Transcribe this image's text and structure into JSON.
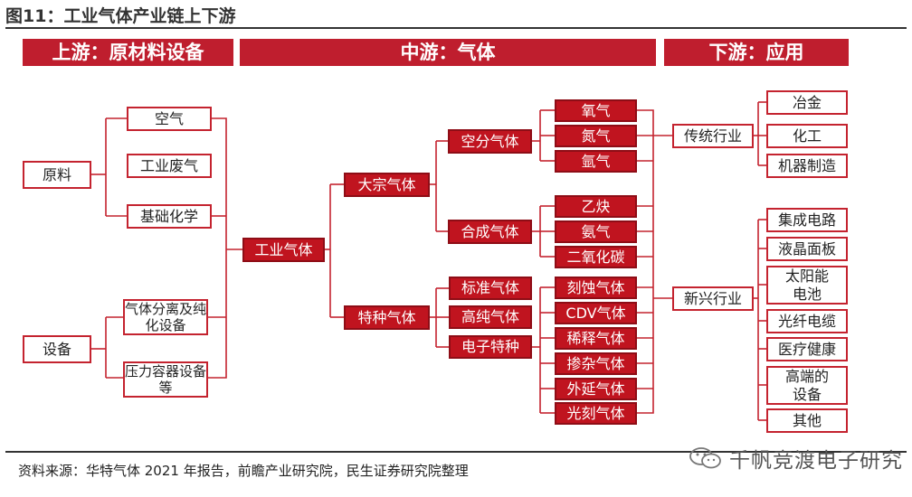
{
  "figure_title": "图11：工业气体产业链上下游",
  "headers": {
    "upstream": "上游：原材料设备",
    "midstream": "中游：气体",
    "downstream": "下游：应用"
  },
  "upstream": {
    "raw_material": "原料",
    "equipment": "设备",
    "raw_items": [
      "空气",
      "工业废气",
      "基础化学"
    ],
    "equip_items": [
      "气体分离及纯化设备",
      "压力容器设备等"
    ]
  },
  "midstream": {
    "root": "工业气体",
    "bulk": "大宗气体",
    "special": "特种气体",
    "air_sep": "空分气体",
    "synth": "合成气体",
    "air_sep_items": [
      "氧气",
      "氮气",
      "氩气"
    ],
    "synth_items": [
      "乙炔",
      "氨气",
      "二氧化碳"
    ],
    "special_items": [
      "标准气体",
      "高纯气体",
      "电子特种"
    ],
    "electronic_items": [
      "刻蚀气体",
      "CDV气体",
      "稀释气体",
      "掺杂气体",
      "外延气体",
      "光刻气体"
    ]
  },
  "downstream": {
    "traditional": "传统行业",
    "emerging": "新兴行业",
    "traditional_items": [
      "冶金",
      "化工",
      "机器制造"
    ],
    "emerging_items": [
      "集成电路",
      "液晶面板",
      "太阳能电池",
      "光纤电缆",
      "医疗健康",
      "高端的设备",
      "其他"
    ]
  },
  "source": "资料来源：华特气体 2021 年报告，前瞻产业研究院，民生证券研究院整理",
  "watermark": "千帆竞渡电子研究",
  "colors": {
    "header_red": "#bf1e2e",
    "node_red": "#c0141f",
    "border_red": "#c4232f"
  }
}
